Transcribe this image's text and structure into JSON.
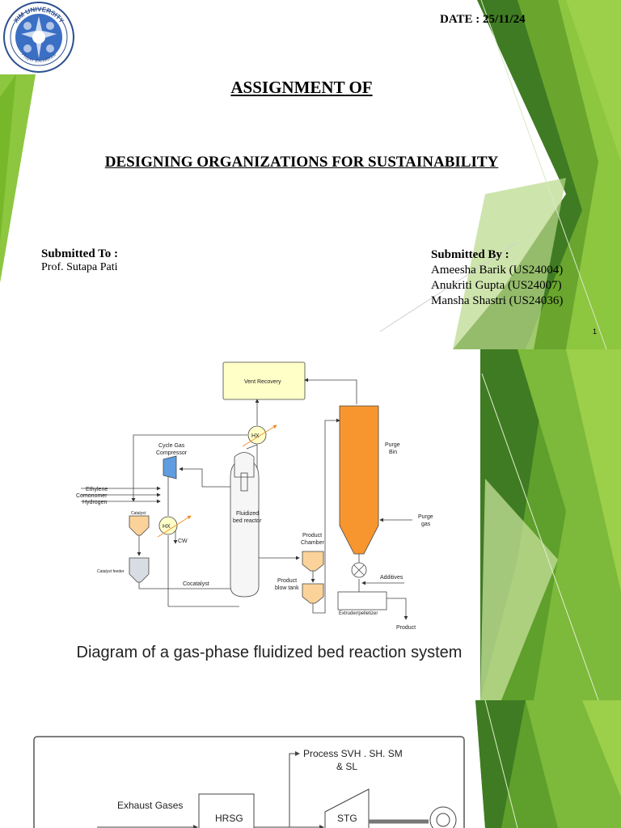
{
  "slide1": {
    "date": "DATE : 25/11/24",
    "logo_text_top": "XIM UNIVERSITY",
    "logo_text_bottom": "Prayer Excellence",
    "title": "ASSIGNMENT OF",
    "course": "DESIGNING ORGANIZATIONS FOR SUSTAINABILITY",
    "submitted_to_label": "Submitted To :",
    "submitted_to_name": "Prof. Sutapa Pati",
    "submitted_by_label": "Submitted By :",
    "members": [
      "Ameesha Barik (US24004)",
      "Anukriti Gupta (US24007)",
      "Mansha Shastri (US24036)"
    ],
    "page_number": "1"
  },
  "slide2": {
    "caption": "Diagram of a gas-phase fluidized bed reaction system",
    "labels": {
      "vent_recovery": "Vent Recovery",
      "hx": "HX",
      "cycle_gas_1": "Cycle Gas",
      "cycle_gas_2": "Compressor",
      "ethylene": "Ethylene",
      "comonomer": "Comonomer",
      "hydrogen": "Hydrogen",
      "catalyst": "Catalyst",
      "cw": "CW",
      "catalyst_feeder": "Catalyst feeder",
      "cocatalyst": "Cocatalyst",
      "fluidized_1": "Fluidized",
      "fluidized_2": "bed reactor",
      "product_chamber_1": "Product",
      "product_chamber_2": "Chamber",
      "blow_tank_1": "Product",
      "blow_tank_2": "blow tank",
      "purge_bin_1": "Purge",
      "purge_bin_2": "Bin",
      "purge_gas_1": "Purge",
      "purge_gas_2": "gas",
      "additives": "Additives",
      "extruder": "Extruder/pelletizer",
      "product": "Product"
    }
  },
  "slide3": {
    "process_1": "Process SVH . SH. SM",
    "process_2": "& SL",
    "exhaust": "Exhaust Gases",
    "hrsg": "HRSG",
    "stg": "STG"
  }
}
